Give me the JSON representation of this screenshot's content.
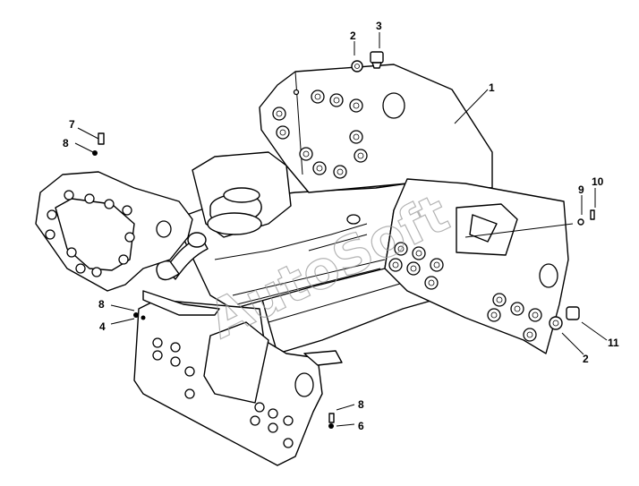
{
  "diagram": {
    "watermark": "AutoSoft",
    "callouts": [
      {
        "id": "c1",
        "label": "1"
      },
      {
        "id": "c2a",
        "label": "2"
      },
      {
        "id": "c3",
        "label": "3"
      },
      {
        "id": "c7",
        "label": "7"
      },
      {
        "id": "c8a",
        "label": "8"
      },
      {
        "id": "c9",
        "label": "9"
      },
      {
        "id": "c10",
        "label": "10"
      },
      {
        "id": "c8b",
        "label": "8"
      },
      {
        "id": "c4",
        "label": "4"
      },
      {
        "id": "c11",
        "label": "11"
      },
      {
        "id": "c2b",
        "label": "2"
      },
      {
        "id": "c8c",
        "label": "8"
      },
      {
        "id": "c6",
        "label": "6"
      }
    ]
  }
}
